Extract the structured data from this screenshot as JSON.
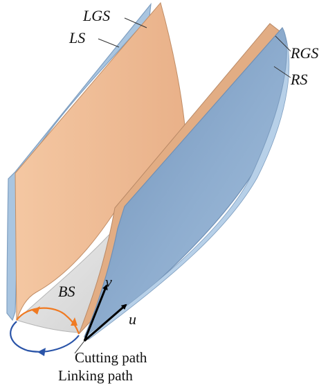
{
  "labels": {
    "lgs": "LGS",
    "ls": "LS",
    "rgs": "RGS",
    "rs": "RS",
    "bs": "BS",
    "v": "v",
    "u": "u"
  },
  "captions": {
    "cutting": "Cutting path",
    "linking": "Linking path"
  },
  "colors": {
    "blue_surface": "#a9c5e0",
    "blue_surface_dark": "#7f9fc1",
    "orange_surface": "#f2c199",
    "orange_surface_dark": "#d9a27a",
    "bottom_surface": "#e6e6e6",
    "cutting_path": "#f07a22",
    "linking_path": "#2a54a8",
    "axis_arrow": "#000000"
  }
}
